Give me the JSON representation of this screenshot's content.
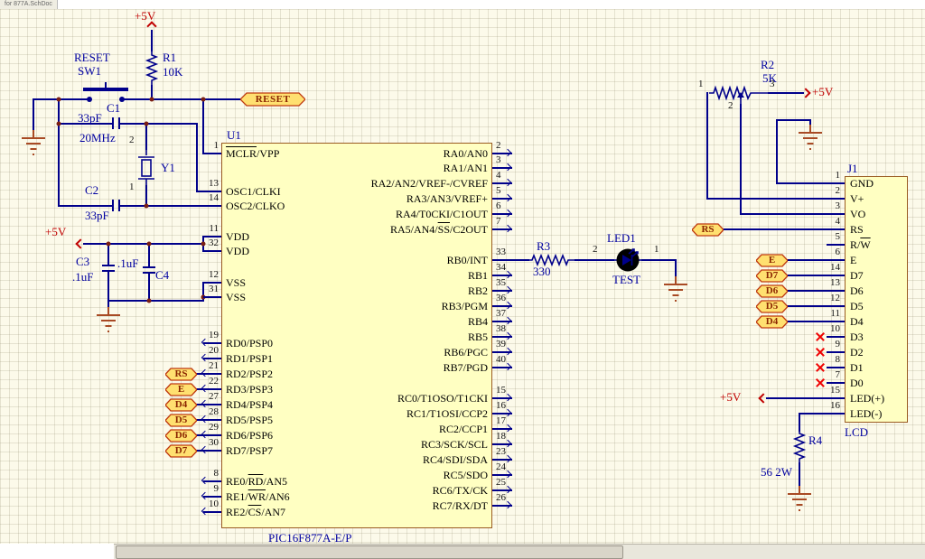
{
  "tab": {
    "title": "for 877A.SchDoc"
  },
  "power": {
    "v5": "+5V"
  },
  "reset": {
    "r1": "R1",
    "r1v": "10K",
    "swname": "RESET",
    "sw": "SW1",
    "flag": "RESET",
    "c1": "C1",
    "c1v": "33pF",
    "y1": "Y1",
    "y1v": "20MHz",
    "y1p2": "2",
    "y1p1": "1",
    "c2": "C2",
    "c2v": "33pF"
  },
  "decap": {
    "c3": "C3",
    "c3v": ".1uF",
    "c4": "C4",
    "c4v": ".1uF"
  },
  "u1": {
    "ref": "U1",
    "part": "PIC16F877A-E/P",
    "left": [
      {
        "n": "1",
        "pre": "",
        "ol": "MCLR",
        "post": "/VPP"
      },
      {
        "n": "13",
        "pre": "OSC1/CLKI"
      },
      {
        "n": "14",
        "pre": "OSC2/CLKO"
      },
      {
        "n": "11",
        "pre": "VDD"
      },
      {
        "n": "32",
        "pre": "VDD"
      },
      {
        "n": "12",
        "pre": "VSS"
      },
      {
        "n": "31",
        "pre": "VSS"
      },
      {
        "n": "19",
        "pre": "RD0/PSP0"
      },
      {
        "n": "20",
        "pre": "RD1/PSP1"
      },
      {
        "n": "21",
        "pre": "RD2/PSP2"
      },
      {
        "n": "22",
        "pre": "RD3/PSP3"
      },
      {
        "n": "27",
        "pre": "RD4/PSP4"
      },
      {
        "n": "28",
        "pre": "RD5/PSP5"
      },
      {
        "n": "29",
        "pre": "RD6/PSP6"
      },
      {
        "n": "30",
        "pre": "RD7/PSP7"
      },
      {
        "n": "8",
        "pre": "RE0/",
        "ol": "RD",
        "post": "/AN5"
      },
      {
        "n": "9",
        "pre": "RE1/",
        "ol": "WR",
        "post": "/AN6"
      },
      {
        "n": "10",
        "pre": "RE2/",
        "ol": "CS",
        "post": "/AN7"
      }
    ],
    "right": [
      {
        "n": "2",
        "pre": "RA0/AN0"
      },
      {
        "n": "3",
        "pre": "RA1/AN1"
      },
      {
        "n": "4",
        "pre": "RA2/AN2/VREF-/CVREF"
      },
      {
        "n": "5",
        "pre": "RA3/AN3/VREF+"
      },
      {
        "n": "6",
        "pre": "RA4/T0CKI/C1OUT"
      },
      {
        "n": "7",
        "pre": "RA5/AN4/",
        "ol": "SS",
        "post": "/C2OUT"
      },
      {
        "n": "33",
        "pre": "RB0/INT"
      },
      {
        "n": "34",
        "pre": "RB1"
      },
      {
        "n": "35",
        "pre": "RB2"
      },
      {
        "n": "36",
        "pre": "RB3/PGM"
      },
      {
        "n": "37",
        "pre": "RB4"
      },
      {
        "n": "38",
        "pre": "RB5"
      },
      {
        "n": "39",
        "pre": "RB6/PGC"
      },
      {
        "n": "40",
        "pre": "RB7/PGD"
      },
      {
        "n": "15",
        "pre": "RC0/T1OSO/T1CKI"
      },
      {
        "n": "16",
        "pre": "RC1/T1OSI/CCP2"
      },
      {
        "n": "17",
        "pre": "RC2/CCP1"
      },
      {
        "n": "18",
        "pre": "RC3/SCK/SCL"
      },
      {
        "n": "23",
        "pre": "RC4/SDI/SDA"
      },
      {
        "n": "24",
        "pre": "RC5/SDO"
      },
      {
        "n": "25",
        "pre": "RC6/TX/CK"
      },
      {
        "n": "26",
        "pre": "RC7/RX/DT"
      }
    ]
  },
  "lflags": {
    "rs": "RS",
    "e": "E",
    "d4": "D4",
    "d5": "D5",
    "d6": "D6",
    "d7": "D7"
  },
  "led": {
    "r3": "R3",
    "r3v": "330",
    "p2": "2",
    "p1": "1",
    "ref": "LED1",
    "cmt": "TEST"
  },
  "pot": {
    "ref": "R2",
    "val": "5K",
    "p1": "1",
    "p2": "2",
    "p3": "3"
  },
  "j1": {
    "ref": "J1",
    "cmt": "LCD",
    "r4": "R4",
    "r4v": "56 2W",
    "pins": [
      {
        "n": "1",
        "pre": "GND"
      },
      {
        "n": "2",
        "pre": "V+"
      },
      {
        "n": "3",
        "pre": "VO"
      },
      {
        "n": "4",
        "pre": "RS"
      },
      {
        "n": "5",
        "pre": "R/",
        "ol": "W",
        "post": ""
      },
      {
        "n": "6",
        "pre": "E"
      },
      {
        "n": "14",
        "pre": "D7"
      },
      {
        "n": "13",
        "pre": "D6"
      },
      {
        "n": "12",
        "pre": "D5"
      },
      {
        "n": "11",
        "pre": "D4"
      },
      {
        "n": "10",
        "pre": "D3"
      },
      {
        "n": "9",
        "pre": "D2"
      },
      {
        "n": "8",
        "pre": "D1"
      },
      {
        "n": "7",
        "pre": "D0"
      },
      {
        "n": "15",
        "pre": "LED(+)"
      },
      {
        "n": "16",
        "pre": "LED(-)"
      }
    ],
    "rflags": {
      "rs": "RS",
      "e": "E",
      "d7": "D7",
      "d6": "D6",
      "d5": "D5",
      "d4": "D4"
    }
  }
}
